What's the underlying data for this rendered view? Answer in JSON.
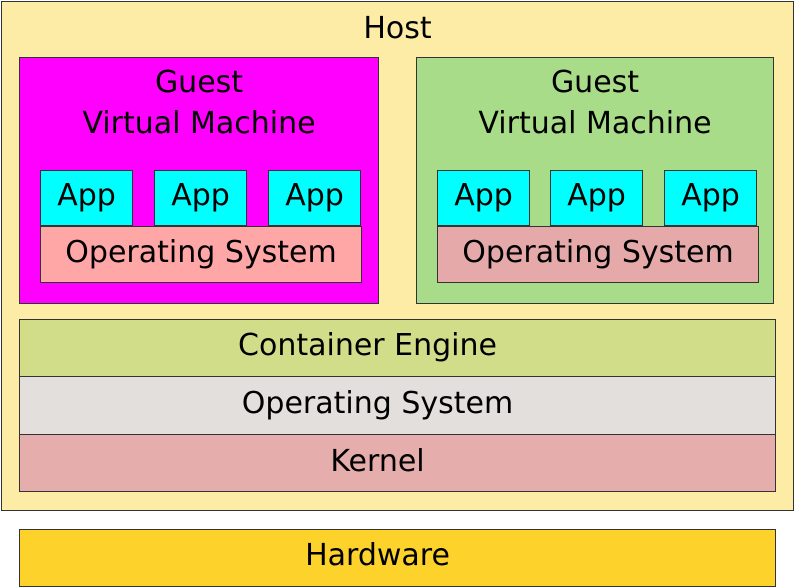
{
  "colors": {
    "host": "#fdeca6",
    "vm1": "#ff00ff",
    "vm2": "#a8dc88",
    "app": "#00ffff",
    "os1": "#ffa6a6",
    "os2": "#e6a9a9",
    "container_engine": "#d1dd89",
    "host_os": "#e3dfdc",
    "kernel": "#e6adad",
    "hardware": "#fdd32b"
  },
  "host": {
    "label": "Host"
  },
  "vms": [
    {
      "title_line1": "Guest",
      "title_line2": "Virtual Machine",
      "apps": [
        "App",
        "App",
        "App"
      ],
      "os": "Operating System"
    },
    {
      "title_line1": "Guest",
      "title_line2": "Virtual Machine",
      "apps": [
        "App",
        "App",
        "App"
      ],
      "os": "Operating System"
    }
  ],
  "stack": {
    "container_engine": "Container Engine",
    "operating_system": "Operating System",
    "kernel": "Kernel"
  },
  "hardware": {
    "label": "Hardware"
  }
}
